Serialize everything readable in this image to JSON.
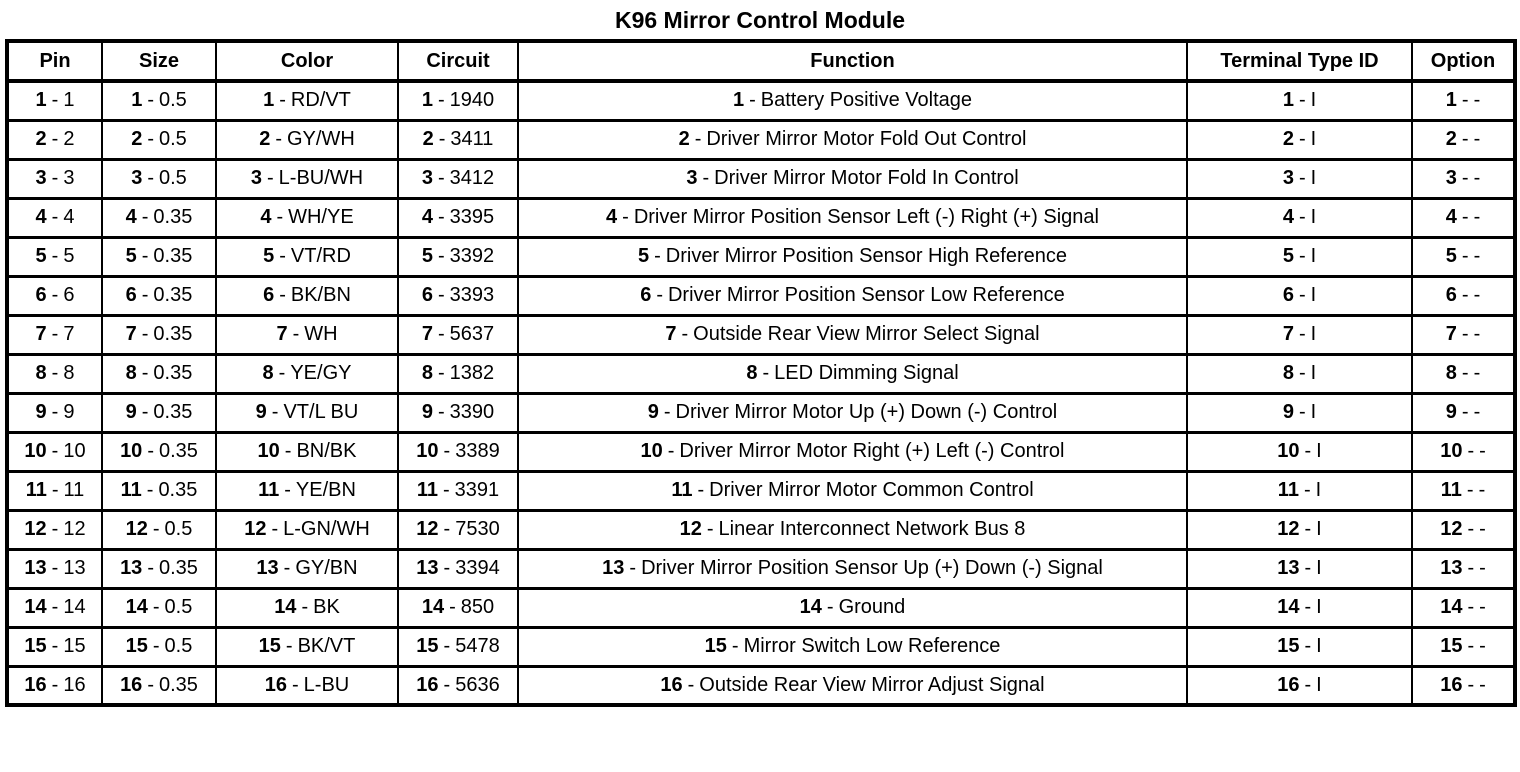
{
  "title": "K96 Mirror Control Module",
  "table": {
    "separator": "-",
    "headers": [
      "Pin",
      "Size",
      "Color",
      "Circuit",
      "Function",
      "Terminal Type ID",
      "Option"
    ],
    "rows": [
      {
        "num": "1",
        "pin": "1",
        "size": "0.5",
        "color": "RD/VT",
        "circuit": "1940",
        "function": "Battery Positive Voltage",
        "terminal": "I",
        "option": "-"
      },
      {
        "num": "2",
        "pin": "2",
        "size": "0.5",
        "color": "GY/WH",
        "circuit": "3411",
        "function": "Driver Mirror Motor Fold Out Control",
        "terminal": "I",
        "option": "-"
      },
      {
        "num": "3",
        "pin": "3",
        "size": "0.5",
        "color": "L-BU/WH",
        "circuit": "3412",
        "function": "Driver Mirror Motor Fold In Control",
        "terminal": "I",
        "option": "-"
      },
      {
        "num": "4",
        "pin": "4",
        "size": "0.35",
        "color": "WH/YE",
        "circuit": "3395",
        "function": "Driver Mirror Position Sensor Left (-) Right (+) Signal",
        "terminal": "I",
        "option": "-"
      },
      {
        "num": "5",
        "pin": "5",
        "size": "0.35",
        "color": "VT/RD",
        "circuit": "3392",
        "function": "Driver Mirror Position Sensor High Reference",
        "terminal": "I",
        "option": "-"
      },
      {
        "num": "6",
        "pin": "6",
        "size": "0.35",
        "color": "BK/BN",
        "circuit": "3393",
        "function": "Driver Mirror Position Sensor Low Reference",
        "terminal": "I",
        "option": "-"
      },
      {
        "num": "7",
        "pin": "7",
        "size": "0.35",
        "color": "WH",
        "circuit": "5637",
        "function": "Outside Rear View Mirror Select Signal",
        "terminal": "I",
        "option": "-"
      },
      {
        "num": "8",
        "pin": "8",
        "size": "0.35",
        "color": "YE/GY",
        "circuit": "1382",
        "function": "LED Dimming Signal",
        "terminal": "I",
        "option": "-"
      },
      {
        "num": "9",
        "pin": "9",
        "size": "0.35",
        "color": "VT/L BU",
        "circuit": "3390",
        "function": "Driver Mirror Motor Up (+) Down (-) Control",
        "terminal": "I",
        "option": "-"
      },
      {
        "num": "10",
        "pin": "10",
        "size": "0.35",
        "color": "BN/BK",
        "circuit": "3389",
        "function": "Driver Mirror Motor Right (+) Left (-) Control",
        "terminal": "I",
        "option": "-"
      },
      {
        "num": "11",
        "pin": "11",
        "size": "0.35",
        "color": "YE/BN",
        "circuit": "3391",
        "function": "Driver Mirror Motor Common Control",
        "terminal": "I",
        "option": "-"
      },
      {
        "num": "12",
        "pin": "12",
        "size": "0.5",
        "color": "L-GN/WH",
        "circuit": "7530",
        "function": "Linear Interconnect Network Bus 8",
        "terminal": "I",
        "option": "-"
      },
      {
        "num": "13",
        "pin": "13",
        "size": "0.35",
        "color": "GY/BN",
        "circuit": "3394",
        "function": "Driver Mirror Position Sensor Up (+) Down (-) Signal",
        "terminal": "I",
        "option": "-"
      },
      {
        "num": "14",
        "pin": "14",
        "size": "0.5",
        "color": "BK",
        "circuit": "850",
        "function": "Ground",
        "terminal": "I",
        "option": "-"
      },
      {
        "num": "15",
        "pin": "15",
        "size": "0.5",
        "color": "BK/VT",
        "circuit": "5478",
        "function": "Mirror Switch Low Reference",
        "terminal": "I",
        "option": "-"
      },
      {
        "num": "16",
        "pin": "16",
        "size": "0.35",
        "color": "L-BU",
        "circuit": "5636",
        "function": "Outside Rear View Mirror Adjust Signal",
        "terminal": "I",
        "option": "-"
      }
    ]
  }
}
